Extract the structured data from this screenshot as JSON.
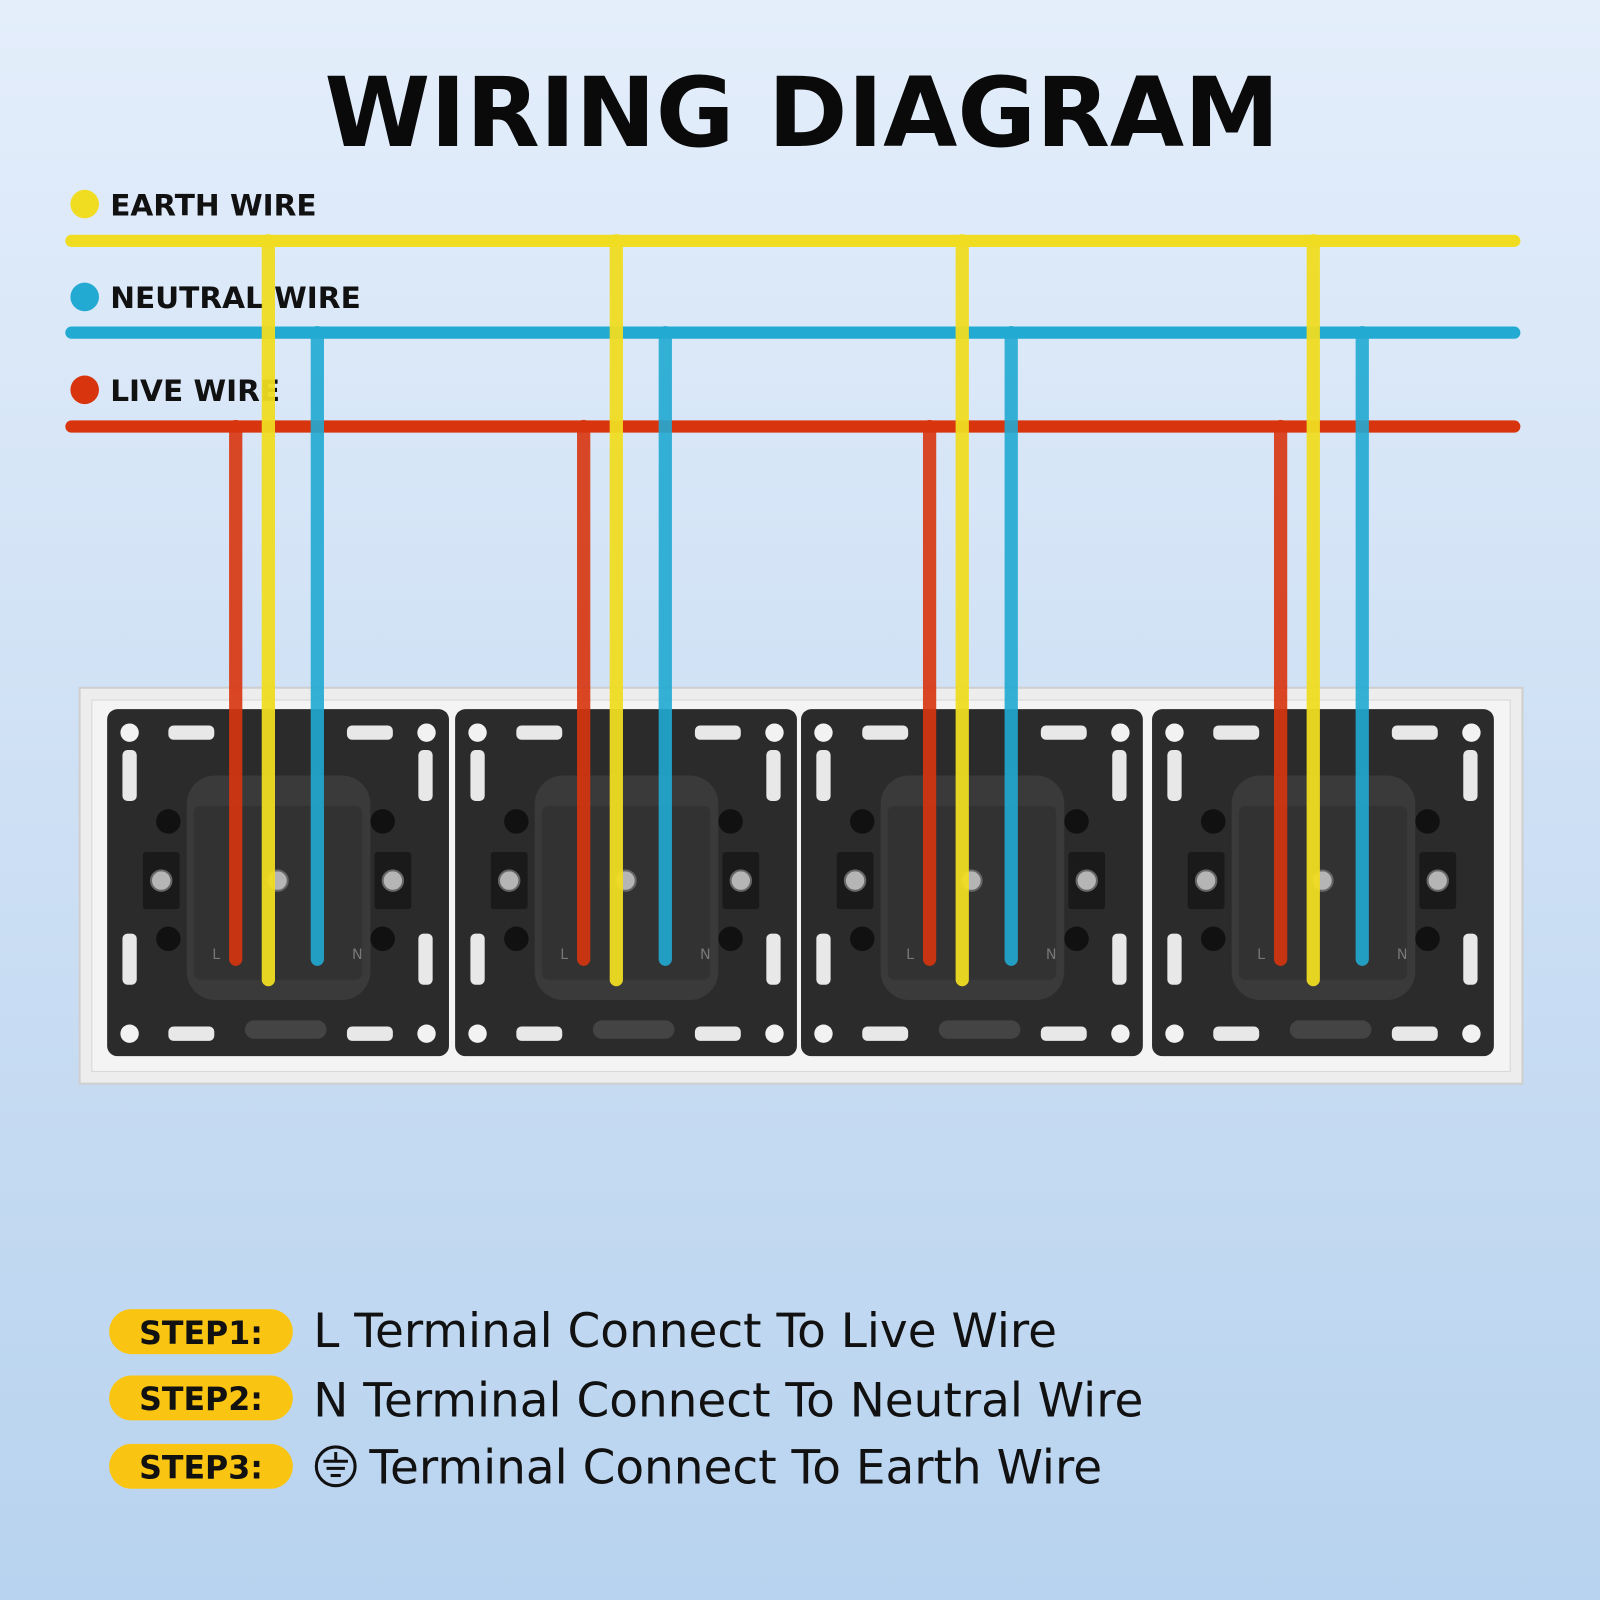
{
  "title": "WIRING DIAGRAM",
  "legend": [
    {
      "label": "EARTH WIRE",
      "color": "#f0dd22"
    },
    {
      "label": "NEUTRAL WIRE",
      "color": "#22aad3"
    },
    {
      "label": "LIVE WIRE",
      "color": "#d8350f"
    }
  ],
  "sockets": [
    {
      "left_label": "L",
      "right_label": "N"
    },
    {
      "left_label": "L",
      "right_label": "N"
    },
    {
      "left_label": "L",
      "right_label": "N"
    },
    {
      "left_label": "L",
      "right_label": "N"
    }
  ],
  "steps": [
    {
      "badge": "STEP1:",
      "text": "L Terminal Connect To Live Wire"
    },
    {
      "badge": "STEP2:",
      "text": "N Terminal Connect To Neutral Wire"
    },
    {
      "badge": "STEP3:",
      "text": "Terminal Connect To Earth Wire",
      "icon": "earth-ground-icon"
    }
  ],
  "colors": {
    "badge": "#f9c412",
    "module": "#2b2b2b",
    "frame": "#e6e6e6"
  }
}
